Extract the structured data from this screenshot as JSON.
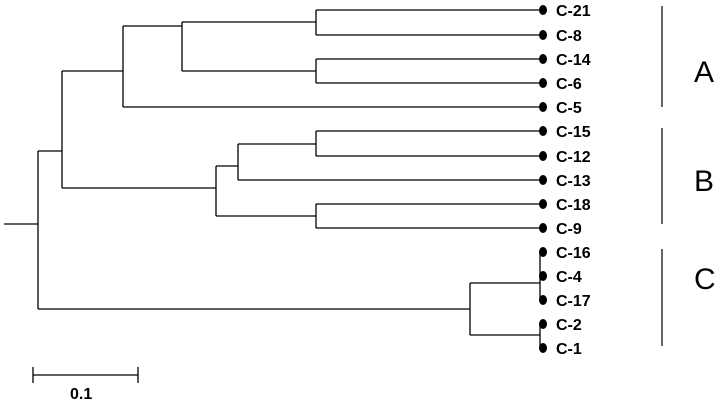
{
  "tree": {
    "leaves": [
      "C-21",
      "C-8",
      "C-14",
      "C-6",
      "C-5",
      "C-15",
      "C-12",
      "C-13",
      "C-18",
      "C-9",
      "C-16",
      "C-4",
      "C-17",
      "C-2",
      "C-1"
    ],
    "groups": [
      {
        "label": "A"
      },
      {
        "label": "B"
      },
      {
        "label": "C"
      }
    ]
  },
  "scale_bar": {
    "label": "0.1",
    "value": 0.1
  }
}
